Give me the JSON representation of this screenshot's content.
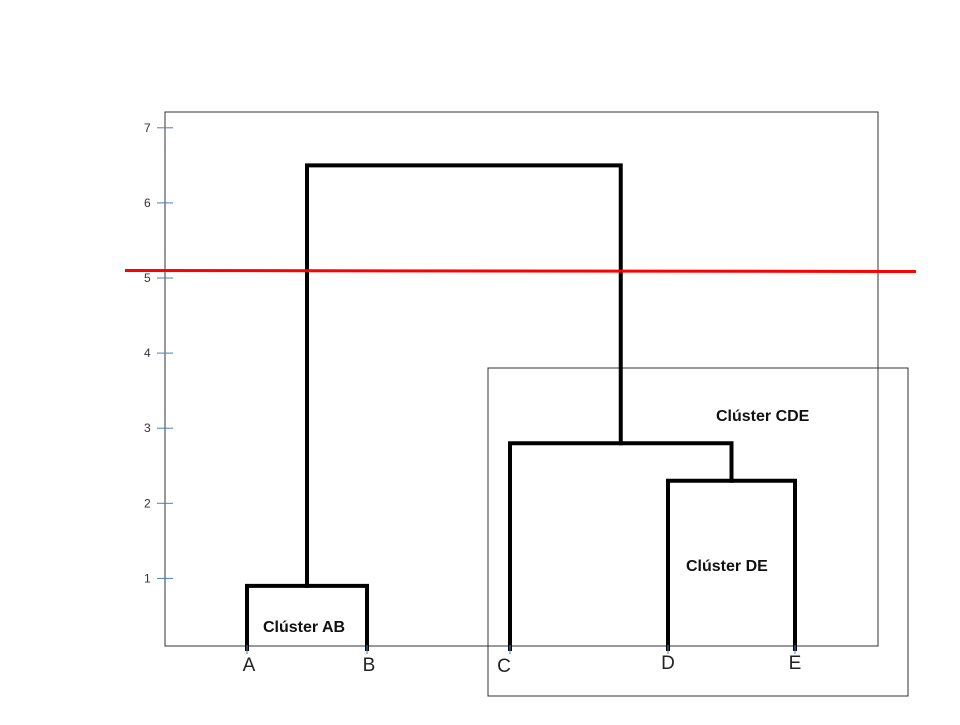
{
  "chart_data": {
    "type": "dendrogram",
    "y_ticks": [
      "1",
      "2",
      "3",
      "4",
      "5",
      "6",
      "7"
    ],
    "leaves": [
      "A",
      "B",
      "C",
      "D",
      "E"
    ],
    "merges": [
      {
        "left": "A",
        "right": "B",
        "height": 0.9
      },
      {
        "left": "D",
        "right": "E",
        "height": 2.3
      },
      {
        "left": "C",
        "right": "DE",
        "height": 2.8
      },
      {
        "left": "AB",
        "right": "CDE",
        "height": 6.5
      }
    ],
    "cut_height": 5.1,
    "cluster_labels": {
      "ab": "Clúster AB",
      "de": "Clúster DE",
      "cde": "Clúster CDE"
    },
    "colors": {
      "tree": "#000000",
      "cut_line": "#ff0000",
      "tick": "#4a7fc1"
    }
  }
}
